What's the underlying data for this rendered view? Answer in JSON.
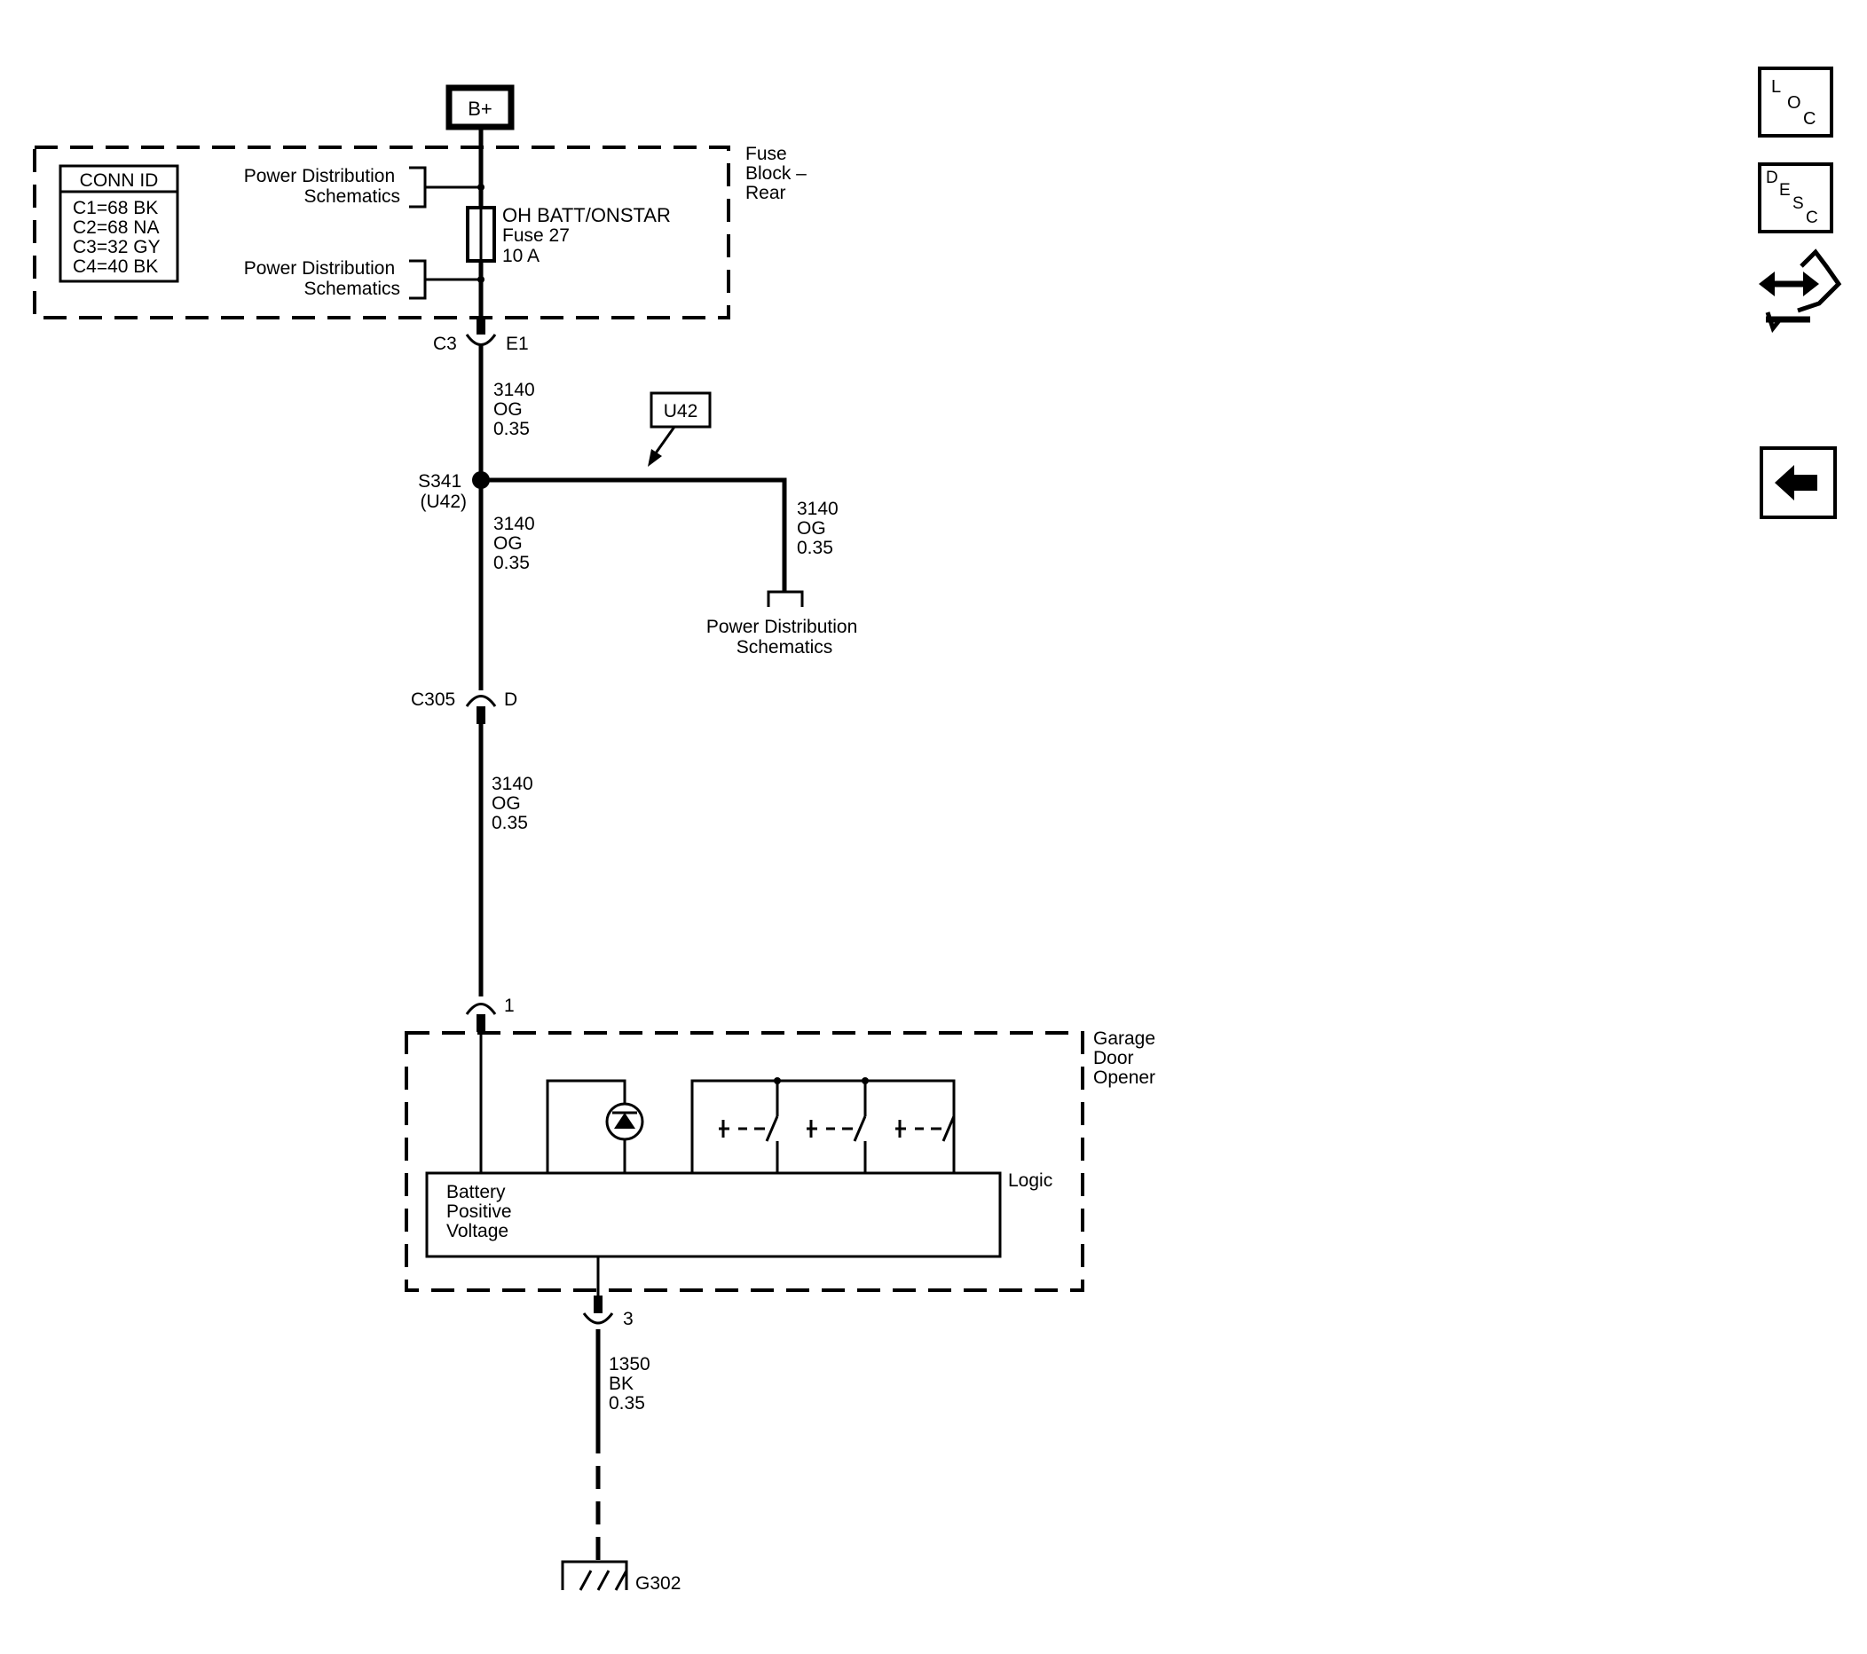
{
  "power_source": "B+",
  "fuse_block": {
    "name_lines": [
      "Fuse",
      "Block –",
      "Rear"
    ],
    "conn_id": {
      "title": "CONN ID",
      "rows": [
        "C1=68 BK",
        "C2=68 NA",
        "C3=32 GY",
        "C4=40 BK"
      ]
    },
    "refs": [
      [
        "Power Distribution",
        "Schematics"
      ],
      [
        "Power Distribution",
        "Schematics"
      ]
    ],
    "fuse": [
      "OH BATT/ONSTAR",
      "Fuse 27",
      "10 A"
    ]
  },
  "connectors": {
    "c3": {
      "left": "C3",
      "right": "E1"
    },
    "c305": {
      "left": "C305",
      "right": "D"
    },
    "gdo_in": {
      "pin": "1"
    },
    "gdo_out": {
      "pin": "3"
    }
  },
  "wires": {
    "w1": [
      "3140",
      "OG",
      "0.35"
    ],
    "w2": [
      "3140",
      "OG",
      "0.35"
    ],
    "w3": [
      "3140",
      "OG",
      "0.35"
    ],
    "branch": [
      "3140",
      "OG",
      "0.35"
    ],
    "ground": [
      "1350",
      "BK",
      "0.35"
    ]
  },
  "splice": {
    "id": "S341",
    "sub": "(U42)",
    "tag": "U42"
  },
  "branch_ref": [
    "Power Distribution",
    "Schematics"
  ],
  "garage_door_opener": {
    "name_lines": [
      "Garage",
      "Door",
      "Opener"
    ],
    "logic_label": "Logic",
    "input_label": [
      "Battery",
      "Positive",
      "Voltage"
    ]
  },
  "ground": {
    "id": "G302"
  },
  "nav": {
    "loc": [
      "L",
      "O",
      "C"
    ],
    "desc": [
      "D",
      "E",
      "S",
      "C"
    ]
  }
}
